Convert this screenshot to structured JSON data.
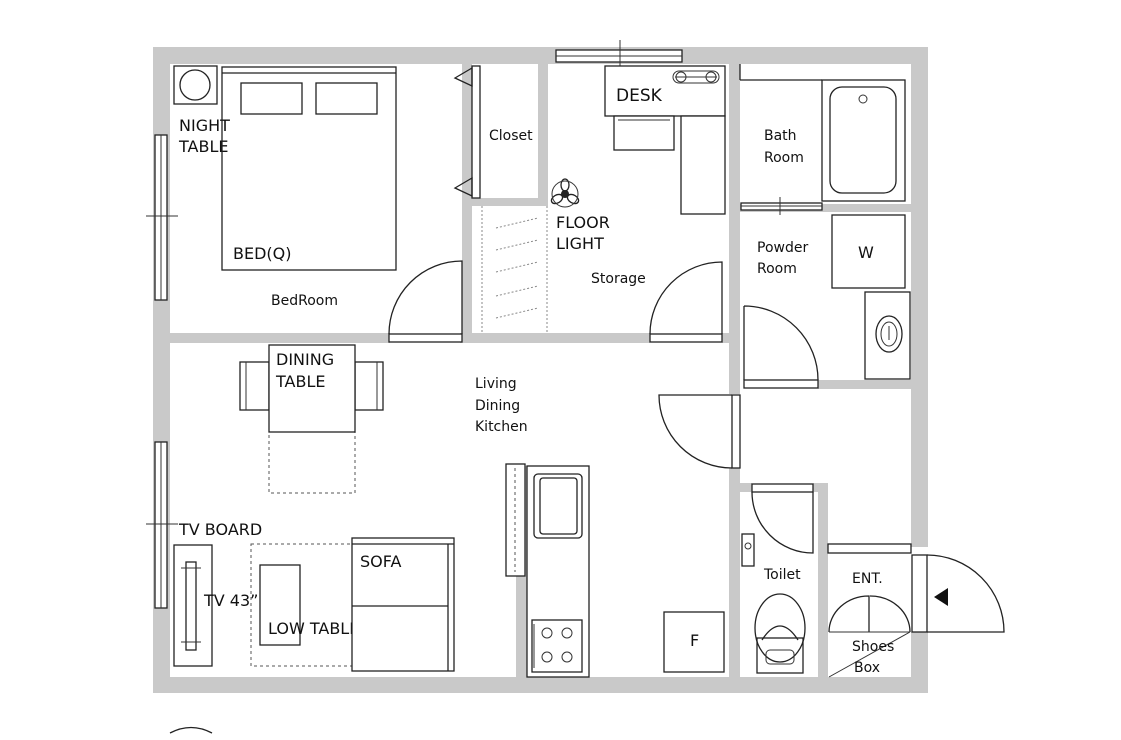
{
  "labels": {
    "night_table": [
      "NIGHT",
      "TABLE"
    ],
    "bed": "BED(Q)",
    "bedroom": "BedRoom",
    "closet": "Closet",
    "desk": "DESK",
    "floor_light": [
      "FLOOR",
      "LIGHT"
    ],
    "storage": "Storage",
    "bath_room": [
      "Bath",
      "Room"
    ],
    "powder_room": [
      "Powder",
      "Room"
    ],
    "washer": "W",
    "dining_table": [
      "DINING",
      "TABLE"
    ],
    "ldk": [
      "Living",
      "Dining",
      "Kitchen"
    ],
    "tv_board": "TV BOARD",
    "tv": "TV 43”",
    "sofa": "SOFA",
    "low_table": "LOW TABLE",
    "fridge": "F",
    "toilet": "Toilet",
    "entrance": "ENT.",
    "shoes_box": [
      "Shoes",
      "Box"
    ]
  },
  "colors": {
    "wall": "#c9c9c9",
    "line": "#222222"
  }
}
